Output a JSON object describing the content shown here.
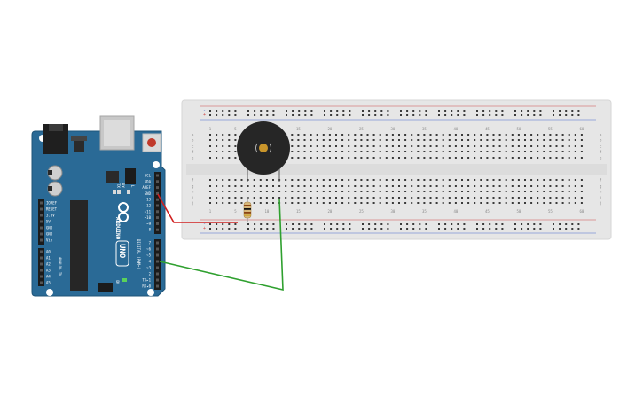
{
  "arduino": {
    "brand": "ARDUINO",
    "model": "UNO",
    "on_label": "ON",
    "tx_label": "TX",
    "rx_label": "RX",
    "l_label": "L",
    "power_pins": [
      "IOREF",
      "RESET",
      "3.3V",
      "5V",
      "GND",
      "GND",
      "Vin"
    ],
    "analog_pins": [
      "A0",
      "A1",
      "A2",
      "A3",
      "A4",
      "A5"
    ],
    "analog_header": "ANALOG IN",
    "digital_top": [
      "SCL",
      "SDA",
      "AREF",
      "GND",
      "13",
      "12",
      "~11",
      "~10",
      "~9",
      "8"
    ],
    "digital_bottom": [
      "7",
      "~6",
      "~5",
      "4",
      "~3",
      "2",
      "TX▸1",
      "RX◂0"
    ],
    "digital_header": "DIGITAL (PWM~)",
    "colors": {
      "board": "#2a6a96",
      "board_edge": "#1f5478",
      "silk": "#ffffff",
      "header": "#1b1b1b"
    }
  },
  "breadboard": {
    "column_numbers": [
      "1",
      "5",
      "10",
      "15",
      "20",
      "25",
      "30",
      "35",
      "40",
      "45",
      "50",
      "55",
      "60"
    ],
    "row_letters_top": [
      "a",
      "b",
      "c",
      "d",
      "e"
    ],
    "row_letters_bottom": [
      "f",
      "g",
      "h",
      "i",
      "j"
    ],
    "rail_plus": "+",
    "rail_minus": "-",
    "colors": {
      "body": "#e6e6e6",
      "hole": "#3a3a3a",
      "rail_red": "#d04a4a",
      "rail_blue": "#4a6ad0"
    }
  },
  "components": {
    "buzzer": {
      "name": "piezo-buzzer"
    },
    "resistor": {
      "name": "resistor"
    }
  },
  "wires": {
    "gnd_wire_color": "#d02020",
    "signal_wire_color": "#2fa02f"
  }
}
